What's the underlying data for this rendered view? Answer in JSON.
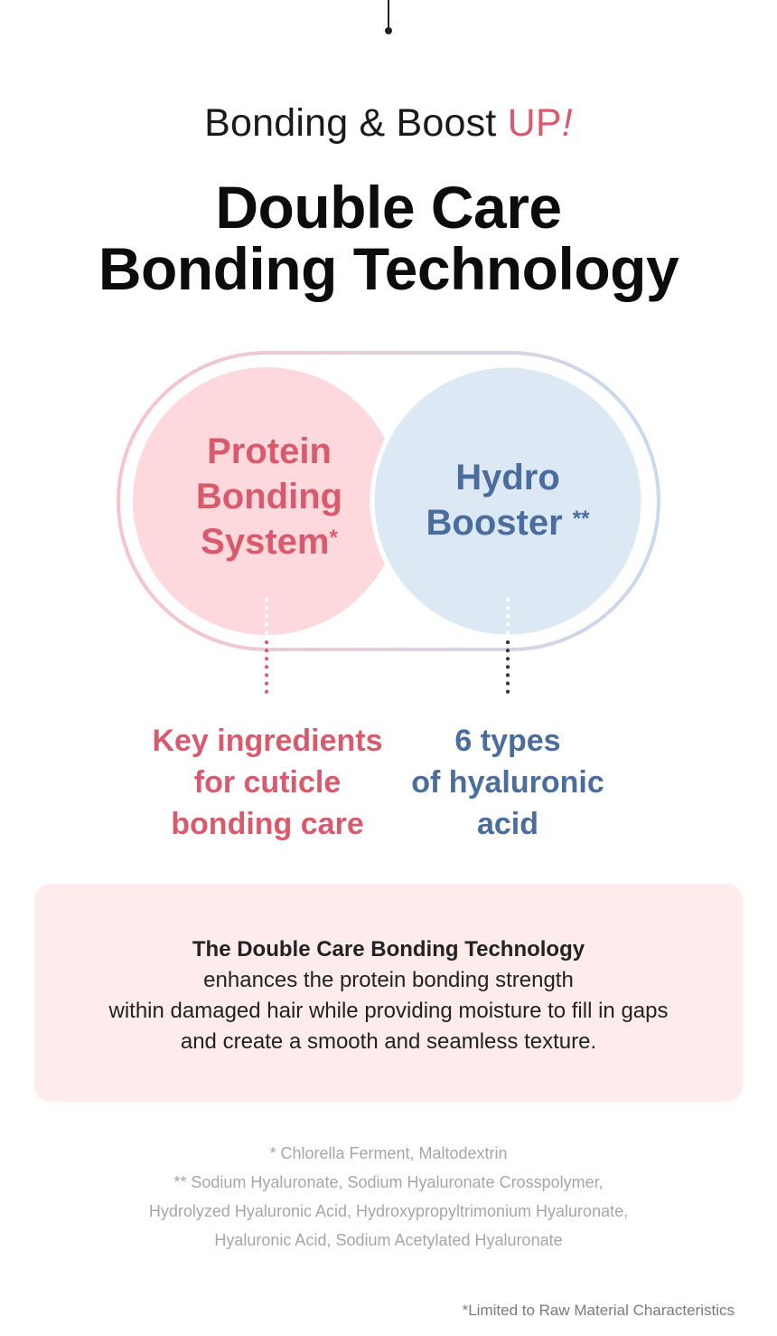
{
  "header": {
    "subtitle_prefix": "Bonding & Boost ",
    "subtitle_accent": "UP",
    "subtitle_bang": "!",
    "title_line1": "Double Care",
    "title_line2": "Bonding Technology"
  },
  "diagram": {
    "left": {
      "line1": "Protein",
      "line2": "Bonding",
      "line3": "System",
      "mark": "*",
      "caption_line1": "Key ingredients",
      "caption_line2": "for cuticle",
      "caption_line3": "bonding care"
    },
    "right": {
      "line1": "Hydro",
      "line2": "Booster",
      "mark": "**",
      "caption_line1": "6 types",
      "caption_line2": "of hyaluronic",
      "caption_line3": "acid"
    },
    "colors": {
      "pink": "#d85a6c",
      "pink_fill": "#fdd9dd",
      "blue": "#4a6d9e",
      "blue_fill": "#dce9f5"
    }
  },
  "info": {
    "heading": "The Double Care Bonding Technology",
    "line1": "enhances the protein bonding strength",
    "line2": "within damaged hair while providing moisture to fill in gaps",
    "line3": "and create a smooth and seamless texture."
  },
  "notes": {
    "line1": "* Chlorella Ferment, Maltodextrin",
    "line2": "** Sodium Hyaluronate, Sodium Hyaluronate Crosspolymer,",
    "line3": "Hydrolyzed Hyaluronic Acid, Hydroxypropyltrimonium Hyaluronate,",
    "line4": "Hyaluronic Acid, Sodium Acetylated Hyaluronate"
  },
  "disclaimer": "*Limited to Raw Material Characteristics"
}
